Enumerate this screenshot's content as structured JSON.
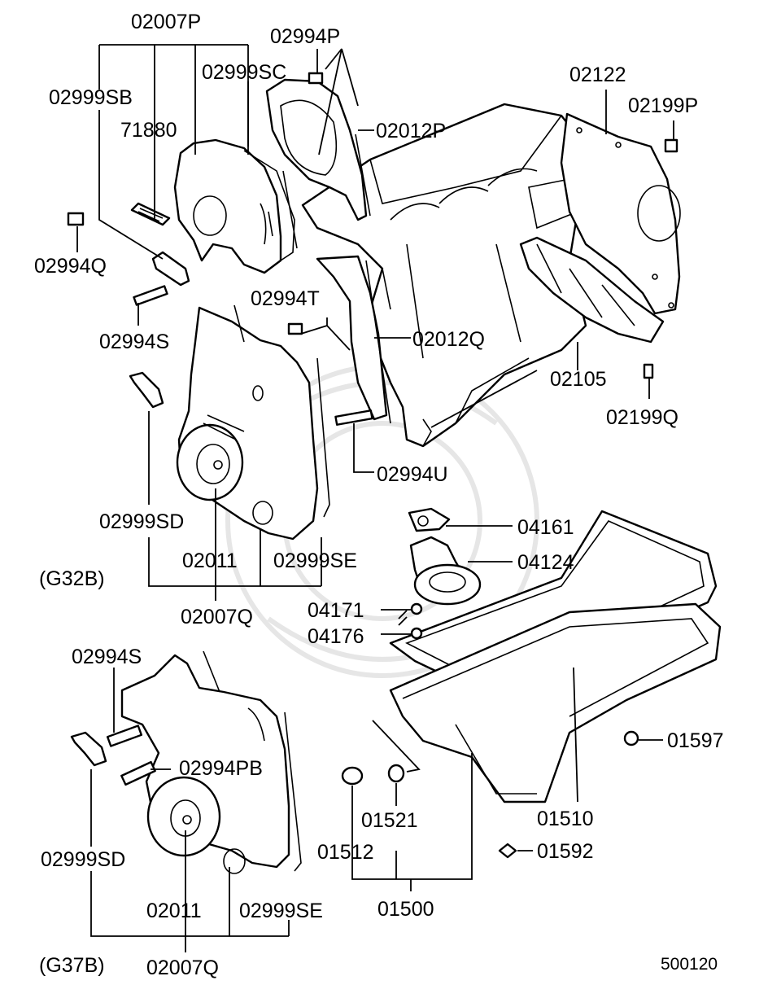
{
  "diagram": {
    "labels": {
      "l02007P": "02007P",
      "l02999SB": "02999SB",
      "l71880": "71880",
      "l02999SC": "02999SC",
      "l02994P": "02994P",
      "l02012P": "02012P",
      "l02122": "02122",
      "l02199P": "02199P",
      "l02994Q": "02994Q",
      "l02994S_top": "02994S",
      "l02994T": "02994T",
      "l02012Q": "02012Q",
      "l02105": "02105",
      "l02199Q": "02199Q",
      "l02994U": "02994U",
      "l02999SD_top": "02999SD",
      "l02011_top": "02011",
      "l02999SE_top": "02999SE",
      "l02007Q_top": "02007Q",
      "lG32B": "(G32B)",
      "l04161": "04161",
      "l04124": "04124",
      "l04171": "04171",
      "l04176": "04176",
      "l02994S_bot": "02994S",
      "l02994PB": "02994PB",
      "l02999SD_bot": "02999SD",
      "l02011_bot": "02011",
      "l02999SE_bot": "02999SE",
      "l02007Q_bot": "02007Q",
      "lG37B": "(G37B)",
      "l01597": "01597",
      "l01521": "01521",
      "l01512": "01512",
      "l01510": "01510",
      "l01592": "01592",
      "l01500": "01500",
      "ref": "500120"
    }
  }
}
